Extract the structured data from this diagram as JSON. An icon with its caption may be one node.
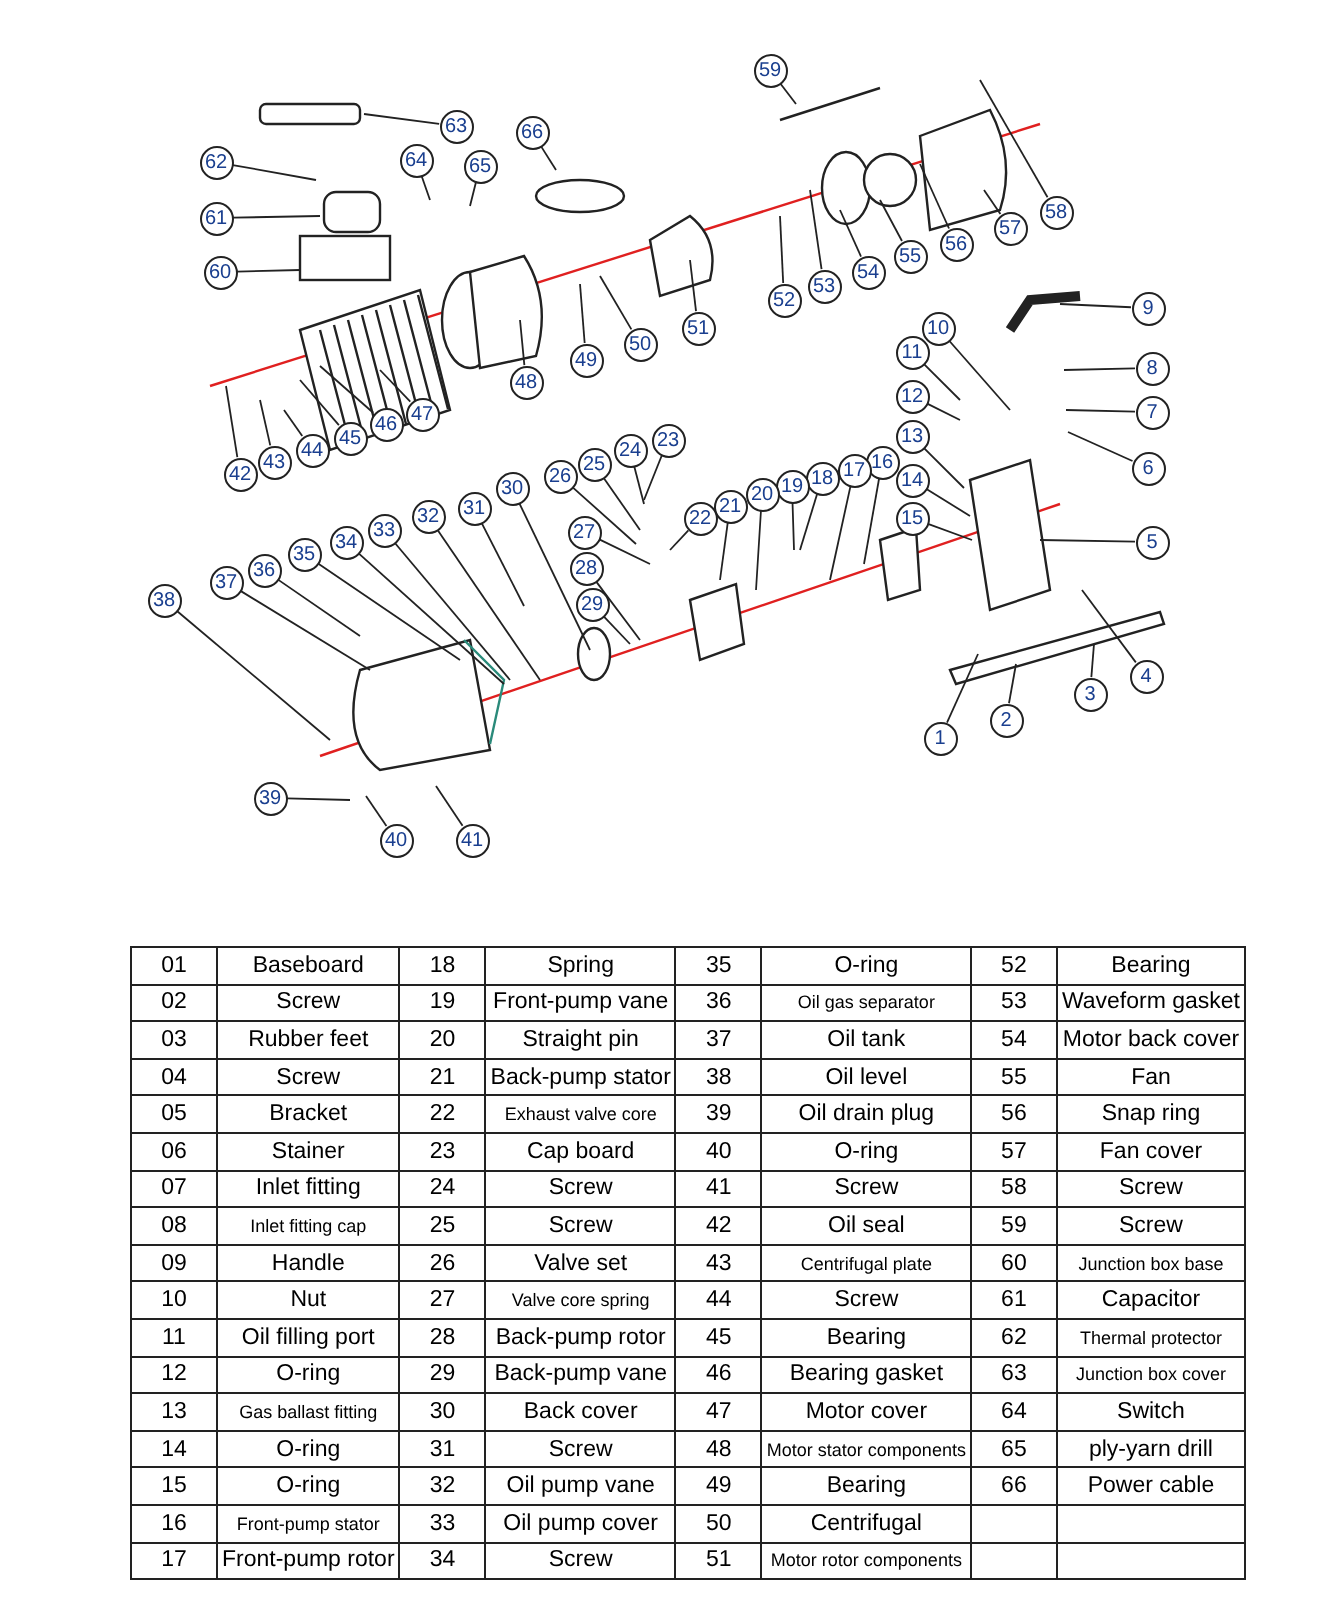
{
  "diagram": {
    "nodes": [
      {
        "text": [
          "1"
        ]
      },
      {
        "text": [
          "2"
        ]
      },
      {
        "text": [
          "3"
        ]
      },
      {
        "text": [
          "4"
        ]
      },
      {
        "text": [
          "5"
        ]
      },
      {
        "text": [
          "6"
        ]
      },
      {
        "text": [
          "7"
        ]
      },
      {
        "text": [
          "8"
        ]
      },
      {
        "text": [
          "9"
        ]
      },
      {
        "text": [
          "10"
        ]
      },
      {
        "text": [
          "11"
        ]
      },
      {
        "text": [
          "12"
        ]
      },
      {
        "text": [
          "13"
        ]
      },
      {
        "text": [
          "14"
        ]
      },
      {
        "text": [
          "15"
        ]
      },
      {
        "text": [
          "16"
        ]
      },
      {
        "text": [
          "17"
        ]
      },
      {
        "text": [
          "18"
        ]
      },
      {
        "text": [
          "19"
        ]
      },
      {
        "text": [
          "20"
        ]
      },
      {
        "text": [
          "21"
        ]
      },
      {
        "text": [
          "22"
        ]
      },
      {
        "text": [
          "23"
        ]
      },
      {
        "text": [
          "24"
        ]
      },
      {
        "text": [
          "25"
        ]
      },
      {
        "text": [
          "26"
        ]
      },
      {
        "text": [
          "27"
        ]
      },
      {
        "text": [
          "28"
        ]
      },
      {
        "text": [
          "29"
        ]
      },
      {
        "text": [
          "30"
        ]
      },
      {
        "text": [
          "31"
        ]
      },
      {
        "text": [
          "32"
        ]
      },
      {
        "text": [
          "33"
        ]
      },
      {
        "text": [
          "34"
        ]
      },
      {
        "text": [
          "35"
        ]
      },
      {
        "text": [
          "36"
        ]
      },
      {
        "text": [
          "37"
        ]
      },
      {
        "text": [
          "38"
        ]
      },
      {
        "text": [
          "39"
        ]
      },
      {
        "text": [
          "40"
        ]
      },
      {
        "text": [
          "41"
        ]
      },
      {
        "text": [
          "42"
        ]
      },
      {
        "text": [
          "43"
        ]
      },
      {
        "text": [
          "44"
        ]
      },
      {
        "text": [
          "45"
        ]
      },
      {
        "text": [
          "46"
        ]
      },
      {
        "text": [
          "47"
        ]
      },
      {
        "text": [
          "48"
        ]
      },
      {
        "text": [
          "49"
        ]
      },
      {
        "text": [
          "50"
        ]
      },
      {
        "text": [
          "51"
        ]
      },
      {
        "text": [
          "52"
        ]
      },
      {
        "text": [
          "53"
        ]
      },
      {
        "text": [
          "54"
        ]
      },
      {
        "text": [
          "55"
        ]
      },
      {
        "text": [
          "56"
        ]
      },
      {
        "text": [
          "57"
        ]
      },
      {
        "text": [
          "58"
        ]
      },
      {
        "text": [
          "59"
        ]
      },
      {
        "text": [
          "60"
        ]
      },
      {
        "text": [
          "61"
        ]
      },
      {
        "text": [
          "62"
        ]
      },
      {
        "text": [
          "63"
        ]
      },
      {
        "text": [
          "64"
        ]
      },
      {
        "text": [
          "65"
        ]
      },
      {
        "text": [
          "66"
        ]
      }
    ],
    "edges": [
      {
        "from": 0,
        "to": null,
        "arrow": "none"
      },
      {
        "from": 1,
        "to": null,
        "arrow": "none"
      },
      {
        "from": 2,
        "to": null,
        "arrow": "none"
      },
      {
        "from": 3,
        "to": null,
        "arrow": "none"
      },
      {
        "from": 4,
        "to": null,
        "arrow": "none"
      },
      {
        "from": 5,
        "to": null,
        "arrow": "none"
      },
      {
        "from": 6,
        "to": null,
        "arrow": "none"
      },
      {
        "from": 7,
        "to": null,
        "arrow": "none"
      },
      {
        "from": 8,
        "to": null,
        "arrow": "none"
      },
      {
        "from": 9,
        "to": null,
        "arrow": "none"
      },
      {
        "from": 10,
        "to": null,
        "arrow": "none"
      },
      {
        "from": 11,
        "to": null,
        "arrow": "none"
      },
      {
        "from": 12,
        "to": null,
        "arrow": "none"
      },
      {
        "from": 13,
        "to": null,
        "arrow": "none"
      },
      {
        "from": 14,
        "to": null,
        "arrow": "none"
      },
      {
        "from": 15,
        "to": null,
        "arrow": "none"
      },
      {
        "from": 16,
        "to": null,
        "arrow": "none"
      },
      {
        "from": 17,
        "to": null,
        "arrow": "none"
      },
      {
        "from": 18,
        "to": null,
        "arrow": "none"
      },
      {
        "from": 19,
        "to": null,
        "arrow": "none"
      },
      {
        "from": 20,
        "to": null,
        "arrow": "none"
      },
      {
        "from": 21,
        "to": null,
        "arrow": "none"
      },
      {
        "from": 22,
        "to": null,
        "arrow": "none"
      },
      {
        "from": 23,
        "to": null,
        "arrow": "none"
      },
      {
        "from": 24,
        "to": null,
        "arrow": "none"
      },
      {
        "from": 25,
        "to": null,
        "arrow": "none"
      },
      {
        "from": 26,
        "to": null,
        "arrow": "none"
      },
      {
        "from": 27,
        "to": null,
        "arrow": "none"
      },
      {
        "from": 28,
        "to": null,
        "arrow": "none"
      },
      {
        "from": 29,
        "to": null,
        "arrow": "none"
      },
      {
        "from": 30,
        "to": null,
        "arrow": "none"
      },
      {
        "from": 31,
        "to": null,
        "arrow": "none"
      },
      {
        "from": 32,
        "to": null,
        "arrow": "none"
      },
      {
        "from": 33,
        "to": null,
        "arrow": "none"
      },
      {
        "from": 34,
        "to": null,
        "arrow": "none"
      },
      {
        "from": 35,
        "to": null,
        "arrow": "none"
      },
      {
        "from": 36,
        "to": null,
        "arrow": "none"
      },
      {
        "from": 37,
        "to": null,
        "arrow": "none"
      },
      {
        "from": 38,
        "to": null,
        "arrow": "none"
      },
      {
        "from": 39,
        "to": null,
        "arrow": "none"
      },
      {
        "from": 40,
        "to": null,
        "arrow": "none"
      },
      {
        "from": 41,
        "to": null,
        "arrow": "none"
      },
      {
        "from": 42,
        "to": null,
        "arrow": "none"
      },
      {
        "from": 43,
        "to": null,
        "arrow": "none"
      },
      {
        "from": 44,
        "to": null,
        "arrow": "none"
      },
      {
        "from": 45,
        "to": null,
        "arrow": "none"
      },
      {
        "from": 46,
        "to": null,
        "arrow": "none"
      },
      {
        "from": 47,
        "to": null,
        "arrow": "none"
      },
      {
        "from": 48,
        "to": null,
        "arrow": "none"
      },
      {
        "from": 49,
        "to": null,
        "arrow": "none"
      },
      {
        "from": 50,
        "to": null,
        "arrow": "none"
      },
      {
        "from": 51,
        "to": null,
        "arrow": "none"
      },
      {
        "from": 52,
        "to": null,
        "arrow": "none"
      },
      {
        "from": 53,
        "to": null,
        "arrow": "none"
      },
      {
        "from": 54,
        "to": null,
        "arrow": "none"
      },
      {
        "from": 55,
        "to": null,
        "arrow": "none"
      },
      {
        "from": 56,
        "to": null,
        "arrow": "none"
      },
      {
        "from": 57,
        "to": null,
        "arrow": "none"
      },
      {
        "from": 58,
        "to": null,
        "arrow": "none"
      },
      {
        "from": 59,
        "to": null,
        "arrow": "none"
      },
      {
        "from": 60,
        "to": null,
        "arrow": "none"
      },
      {
        "from": 61,
        "to": null,
        "arrow": "none"
      },
      {
        "from": 62,
        "to": null,
        "arrow": "none"
      },
      {
        "from": 63,
        "to": null,
        "arrow": "none"
      },
      {
        "from": 64,
        "to": null,
        "arrow": "none"
      },
      {
        "from": 65,
        "to": null,
        "arrow": "none"
      }
    ],
    "labels": [
      "01",
      "Baseboard",
      "18",
      "Spring",
      "35",
      "O-ring",
      "52",
      "Bearing",
      "02",
      "Screw",
      "19",
      "Front-pump vane",
      "36",
      "Oil gas separator",
      "53",
      "Waveform gasket",
      "03",
      "Rubber feet",
      "20",
      "Straight pin",
      "37",
      "Oil tank",
      "54",
      "Motor back cover",
      "04",
      "Screw",
      "21",
      "Back-pump stator",
      "38",
      "Oil level",
      "55",
      "Fan",
      "05",
      "Bracket",
      "22",
      "Exhaust valve core",
      "39",
      "Oil drain plug",
      "56",
      "Snap ring",
      "06",
      "Stainer",
      "23",
      "Cap board",
      "40",
      "O-ring",
      "57",
      "Fan cover",
      "07",
      "Inlet fitting",
      "24",
      "Screw",
      "41",
      "Screw",
      "58",
      "Screw",
      "08",
      "Inlet fitting cap",
      "25",
      "Screw",
      "42",
      "Oil seal",
      "59",
      "Screw",
      "09",
      "Handle",
      "26",
      "Valve set",
      "43",
      "Centrifugal plate",
      "60",
      "Junction box base",
      "10",
      "Nut",
      "27",
      "Valve core spring",
      "44",
      "Screw",
      "61",
      "Capacitor",
      "11",
      "Oil filling port",
      "28",
      "Back-pump rotor",
      "45",
      "Bearing",
      "62",
      "Thermal protector",
      "12",
      "O-ring",
      "29",
      "Back-pump vane",
      "46",
      "Bearing gasket",
      "63",
      "Junction box cover",
      "13",
      "Gas ballast fitting",
      "30",
      "Back cover",
      "47",
      "Motor cover",
      "64",
      "Switch",
      "14",
      "O-ring",
      "31",
      "Screw",
      "48",
      "Motor stator components",
      "65",
      "ply-yarn drill",
      "15",
      "O-ring",
      "32",
      "Oil pump vane",
      "49",
      "Bearing",
      "66",
      "Power cable",
      "16",
      "Front-pump stator",
      "33",
      "Oil pump cover",
      "50",
      "Centrifugal",
      "17",
      "Front-pump rotor",
      "34",
      "Screw",
      "51",
      "Motor rotor components"
    ]
  }
}
